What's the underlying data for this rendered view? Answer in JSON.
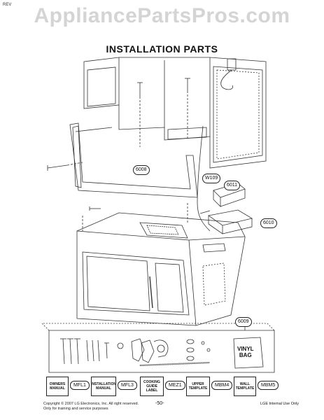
{
  "header": {
    "rev_label": "REV",
    "watermark": "AppliancePartsPros.com",
    "title": "INSTALLATION PARTS"
  },
  "callouts": {
    "c6008": "6008",
    "cW109": "W109",
    "c6011": "6011",
    "c6010": "6010",
    "c6009": "6009"
  },
  "kit_items": {
    "vinyl_bag": "VINYL\nBAG"
  },
  "documents": [
    {
      "label": "OWNERS\nMANUAL",
      "code": "MFL1"
    },
    {
      "label": "INSTALLATION\nMANUAL",
      "code": "MFL3"
    },
    {
      "label": "COOKING\nGUIDE\nLABEL",
      "code": "MEZ1"
    },
    {
      "label": "UPPER\nTEMPLATE",
      "code": "MBM4"
    },
    {
      "label": "WALL\nTEMPLATE",
      "code": "MBM5"
    }
  ],
  "footer": {
    "copyright_line1": "Copyright © 2007 LG Electronics, Inc. All right reserved.",
    "copyright_line2": "Only for training and service purposes",
    "page_number": "-50-",
    "internal_use": "LGE Internal Use Only"
  }
}
